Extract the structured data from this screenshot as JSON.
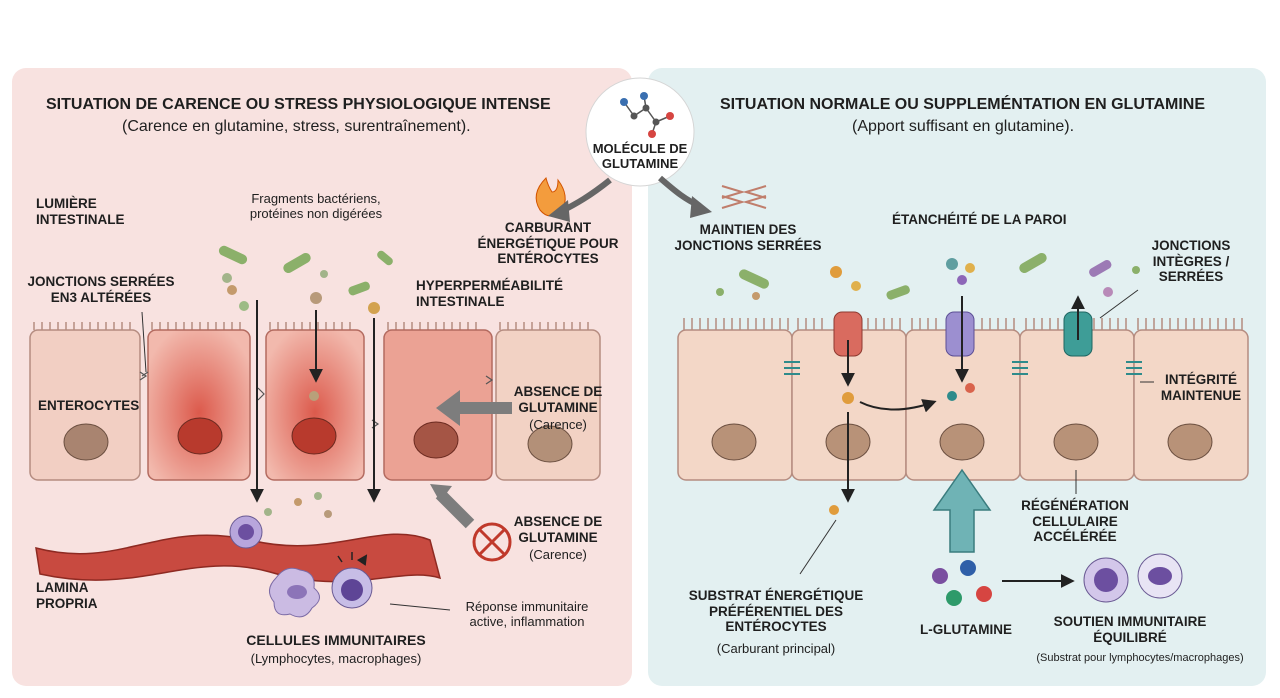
{
  "left": {
    "title": "SITUATION DE CARENCE OU STRESS PHYSIOLOGIQUE INTENSE",
    "subtitle": "(Carence en glutamine, stress, surentraînement).",
    "lumen_label": "LUMIÈRE\nINTESTINALE",
    "fragments_label": "Fragments bactériens,\nprotéines non digérées",
    "junctions_label": "JONCTIONS SERRÉES\nEN3 ALTÉRÉES",
    "hyperpermeability_label": "HYPERPERMÉABILITÉ\nINTESTINALE",
    "enterocytes_label": "ENTEROCYTES",
    "absence1_title": "ABSENCE DE\nGLUTAMINE",
    "absence1_sub": "(Carence)",
    "absence2_title": "ABSENCE DE\nGLUTAMINE",
    "absence2_sub": "(Carence)",
    "lamina_label": "LAMINA\nPROPRIA",
    "immune_response_label": "Réponse immunitaire\nactive, inflammation",
    "immune_cells_title": "CELLULES IMMUNITAIRES",
    "immune_cells_sub": "(Lymphocytes, macrophages)"
  },
  "center": {
    "molecule_label": "MOLÉCULE DE\nGLUTAMINE",
    "fuel_label": "CARBURANT\nÉNERGÉTIQUE POUR\nENTÉROCYTES"
  },
  "right": {
    "title": "SITUATION NORMALE OU SUPPLEMÉNTATION EN GLUTAMINE",
    "subtitle": "(Apport suffisant en glutamine).",
    "maintain_label": "MAINTIEN DES\nJONCTIONS SERRÉES",
    "tightness_label": "ÉTANCHÉITÉ DE LA PAROI",
    "intact_junctions_label": "JONCTIONS\nINTÈGRES /\nSERRÉES",
    "integrity_label": "INTÉGRITÉ\nMAINTENUE",
    "regeneration_label": "RÉGÉNÉRATION\nCELLULAIRE\nACCÉLÉRÉE",
    "substrate_title": "SUBSTRAT ÉNERGÉTIQUE\nPRÉFÉRENTIEL DES\nENTÉROCYTES",
    "substrate_sub": "(Carburant principal)",
    "lglutamine_label": "L-GLUTAMINE",
    "immune_support_title": "SOUTIEN IMMUNITAIRE\nÉQUILIBRÉ",
    "immune_support_sub": "(Substrat pour lymphocytes/macrophages)"
  },
  "colors": {
    "left_bg": "#f8e2e0",
    "right_bg": "#e3f0f1",
    "inflamed_cell": "#e58a7f",
    "healthy_cell": "#f3d7c7",
    "teal_arrow": "#6fb3b5",
    "blood_vessel": "#c43c35"
  }
}
